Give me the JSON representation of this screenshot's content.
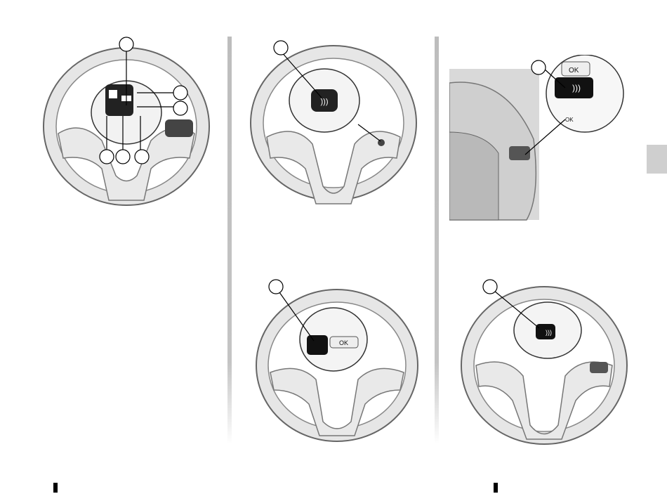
{
  "page": {
    "side_tab_color": "#cfcfcf",
    "divider_color": "#bdbdbd"
  },
  "figures": [
    {
      "id": "fig-1",
      "description_icons": [
        "steering-wheel-icon",
        "volume-button-icon",
        "voice-button-icon"
      ],
      "callouts": [
        "",
        "",
        "",
        "",
        "",
        ""
      ]
    },
    {
      "id": "fig-2",
      "description_icons": [
        "steering-wheel-icon",
        "voice-recognition-icon"
      ],
      "callouts": [
        ""
      ]
    },
    {
      "id": "fig-3",
      "description_icons": [
        "steering-wheel-icon",
        "voice-recognition-icon"
      ],
      "callouts": [
        ""
      ],
      "button_labels": [
        "OK"
      ]
    },
    {
      "id": "fig-4",
      "description_icons": [
        "steering-wheel-icon",
        "voice-recognition-icon"
      ],
      "callouts": [
        ""
      ],
      "button_labels": [
        "OK"
      ]
    },
    {
      "id": "fig-5",
      "description_icons": [
        "steering-wheel-icon",
        "voice-recognition-icon"
      ],
      "callouts": [
        ""
      ]
    }
  ],
  "labels": {
    "ok": "OK",
    "ok_small": "OK"
  }
}
